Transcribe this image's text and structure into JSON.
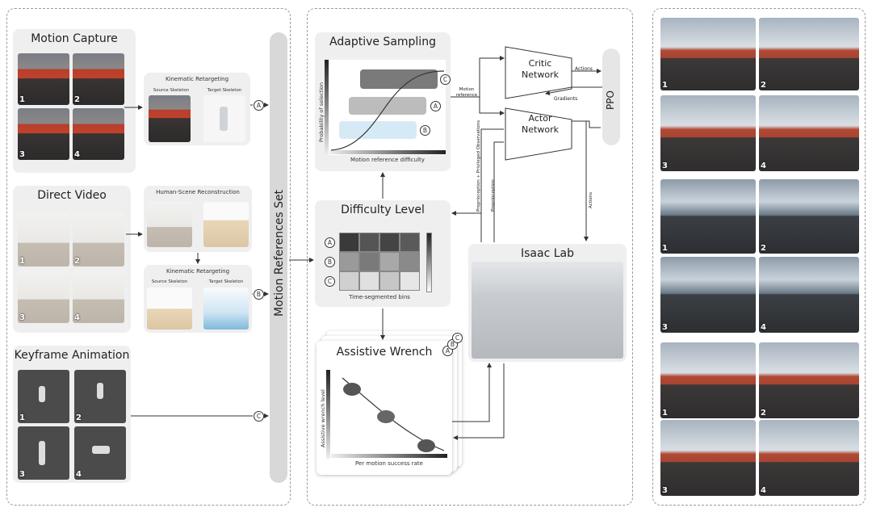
{
  "panels": {
    "motion_capture": {
      "title": "Motion Capture",
      "frames": [
        "1",
        "2",
        "3",
        "4"
      ]
    },
    "kinematic_retargeting_1": {
      "title": "Kinematic Retargeting",
      "source": "Source Skeleton",
      "target": "Target Skeleton"
    },
    "direct_video": {
      "title": "Direct Video",
      "frames": [
        "1",
        "2",
        "3",
        "4"
      ]
    },
    "human_scene": {
      "title": "Human-Scene Reconstruction"
    },
    "kinematic_retargeting_2": {
      "title": "Kinematic Retargeting",
      "source": "Source Skeleton",
      "target": "Target Skeleton"
    },
    "keyframe": {
      "title": "Keyframe Animation",
      "frames": [
        "1",
        "2",
        "3",
        "4"
      ]
    },
    "motion_set": {
      "title": "Motion References Set"
    },
    "adaptive_sampling": {
      "title": "Adaptive Sampling",
      "ylabel": "Probability of selection",
      "xlabel": "Motion reference difficulty"
    },
    "difficulty_level": {
      "title": "Difficulty Level",
      "xlabel": "Time-segmented bins",
      "rows": [
        "A",
        "B",
        "C"
      ]
    },
    "assistive_wrench": {
      "title": "Assistive Wrench",
      "ylabel": "Assistive wrench level",
      "xlabel": "Per motion success rate"
    },
    "critic": {
      "line1": "Critic",
      "line2": "Network"
    },
    "actor": {
      "line1": "Actor",
      "line2": "Network"
    },
    "ppo": {
      "label": "PPO"
    },
    "isaac": {
      "title": "Isaac Lab"
    },
    "labels": {
      "motion_reference": "Motion reference",
      "actions_top": "Actions",
      "gradients": "Gradients",
      "actions_right": "Actions",
      "proprio_priv": "Proprioception + Privileged Observations",
      "proprio": "Proprioception"
    },
    "markers": {
      "a": "A",
      "b": "B",
      "c": "C"
    },
    "results": {
      "frames": [
        "1",
        "2",
        "3",
        "4"
      ]
    }
  }
}
